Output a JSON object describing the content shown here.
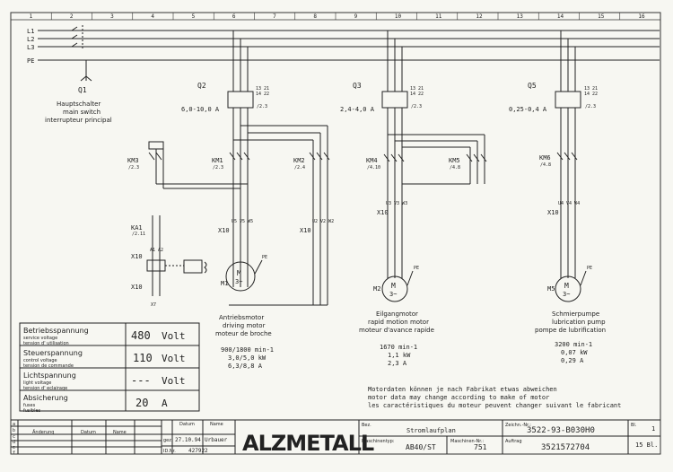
{
  "grid": {
    "columns": [
      "1",
      "2",
      "3",
      "4",
      "5",
      "6",
      "7",
      "8",
      "9",
      "10",
      "11",
      "12",
      "13",
      "14",
      "15",
      "16"
    ]
  },
  "supply": {
    "lines": [
      "L1",
      "L2",
      "L3",
      "PE"
    ]
  },
  "main_switch": {
    "id": "Q1",
    "label_de": "Hauptschalter",
    "label_en": "main switch",
    "label_fr": "interrupteur principal"
  },
  "breakers": [
    {
      "id": "Q2",
      "range": "6,0-10,0 A",
      "ref": "/2.3",
      "contacts": "13  21",
      "contacts2": "14  22"
    },
    {
      "id": "Q3",
      "range": "2,4-4,0 A",
      "ref": "/2.3",
      "contacts": "13  21",
      "contacts2": "14  22"
    },
    {
      "id": "Q5",
      "range": "0,25-0,4 A",
      "ref": "/2.3",
      "contacts": "13  21",
      "contacts2": "14  22"
    }
  ],
  "contactors": {
    "km3": {
      "id": "KM3",
      "ref": "/2.3"
    },
    "km1": {
      "id": "KM1",
      "ref": "/2.3"
    },
    "km2": {
      "id": "KM2",
      "ref": "/2.4"
    },
    "km4": {
      "id": "KM4",
      "ref": "/4.10"
    },
    "km5": {
      "id": "KM5",
      "ref": "/4.8"
    },
    "km6": {
      "id": "KM6",
      "ref": "/4.8"
    },
    "ka1": {
      "id": "KA1",
      "ref": "/2.11"
    }
  },
  "terminals": {
    "x10": "X10",
    "x10_m1": "U5  V5  W5",
    "x10_m1b": "U2  V2  W2",
    "x10_m2": "U3  V3  W3",
    "x10_m5": "U4  V4  W4",
    "x10_ka1": "A1  A2",
    "x10_brake": "X7"
  },
  "motors": [
    {
      "id": "M1",
      "symbol": "M",
      "phase": "3~",
      "name_de": "Antriebsmotor",
      "name_en": "driving motor",
      "name_fr": "moteur de broche",
      "speed": "900/1800 min-1",
      "power": "3,0/5,0 kW",
      "current": "6,3/8,8 A",
      "pe": "PE"
    },
    {
      "id": "M2",
      "symbol": "M",
      "phase": "3~",
      "name_de": "Eilgangmotor",
      "name_en": "rapid motion motor",
      "name_fr": "moteur d'avance rapide",
      "speed": "1670 min-1",
      "power": "1,1 kW",
      "current": "2,3 A",
      "pe": "PE"
    },
    {
      "id": "M5",
      "symbol": "M",
      "phase": "3~",
      "name_de": "Schmierpumpe",
      "name_en": "lubrication pump",
      "name_fr": "pompe de lubrification",
      "speed": "3200 min-1",
      "power": "0,07 kW",
      "current": "0,29 A",
      "pe": "PE"
    }
  ],
  "voltage_table": [
    {
      "de": "Betriebsspannung",
      "en": "service voltage",
      "fr": "tension d' utilisation",
      "value": "480",
      "unit": "Volt"
    },
    {
      "de": "Steuerspannung",
      "en": "control voltage",
      "fr": "tension de commande",
      "value": "110",
      "unit": "Volt"
    },
    {
      "de": "Lichtspannung",
      "en": "light voltage",
      "fr": "tension d' eclairage",
      "value": "---",
      "unit": "Volt"
    },
    {
      "de": "Absicherung",
      "en": "fuses",
      "fr": "fusibles",
      "value": "20",
      "unit": "A"
    }
  ],
  "note": {
    "de": "Motordaten können je nach Fabrikat etwas abweichen",
    "en": "motor data may change according to make of motor",
    "fr": "les caractéristiques du moteur peuvent changer suivant le fabricant"
  },
  "title_block": {
    "rev_letters": [
      "a",
      "b",
      "c",
      "d",
      "e",
      "f"
    ],
    "col_change": "Änderung",
    "col_date": "Datum",
    "col_name": "Name",
    "col_datum": "Datum",
    "col_name2": "Name",
    "geo_label": "gez.",
    "date": "27.10.94",
    "drawn_by": "Urbauer",
    "id_label": "ID.Nr.",
    "id_no": "427922",
    "logo": "ALZMETALL",
    "bez_label": "Bez.",
    "title": "Stromlaufplan",
    "machine_type_label": "Maschinentyp:",
    "machine_type": "AB40/ST",
    "machine_no_label": "Maschinen-Nr.:",
    "machine_no": "751",
    "drawing_no_label": "Zeichn.-Nr.:",
    "drawing_no": "3522-93-B030H0",
    "order_label": "Auftrag",
    "order_no": "3521572704",
    "sheet_label": "Bl.",
    "sheet_no": "1",
    "sheets": "15 Bl."
  }
}
